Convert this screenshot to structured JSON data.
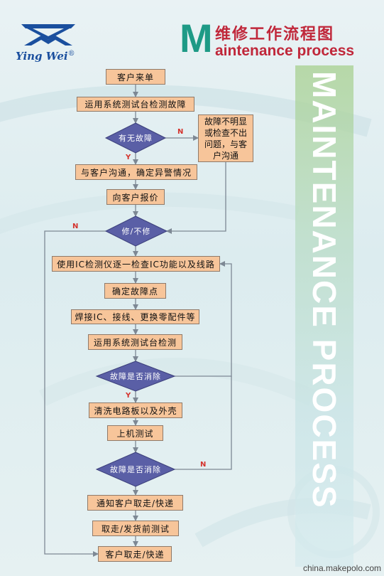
{
  "logo": {
    "text": "Ying Wei",
    "mark": "®"
  },
  "title": {
    "m": "M",
    "cn": "维修工作流程图",
    "en": "aintenance process"
  },
  "vertical_text": "MAINTENANCE PROCESS",
  "watermark": "china.makepolo.com",
  "steps": {
    "s1": "客户来单",
    "s2": "运用系统测试台检测故障",
    "d1": "有无故障",
    "note": "故障不明显或检查不出问题，与客户沟通",
    "s3": "与客户沟通，确定异警情况",
    "s4": "向客户报价",
    "d2": "修/不修",
    "s5": "使用IC检测仪逐一检查IC功能以及线路",
    "s6": "确定故障点",
    "s7": "焊接IC、接线、更换零配件等",
    "s8": "运用系统测试台检测",
    "d3": "故障是否消除",
    "s9": "清洗电路板以及外壳",
    "s10": "上机测试",
    "d4": "故障是否消除",
    "s11": "通知客户取走/快递",
    "s12": "取走/发货前测试",
    "s13": "客户取走/快递"
  },
  "branches": {
    "n1": "N",
    "y1": "Y",
    "n2": "N",
    "y3": "Y",
    "n4": "N"
  },
  "colors": {
    "box_fill": "#f7c59a",
    "diamond_fill": "#5a5fa6",
    "accent_red": "#c0273a",
    "accent_teal": "#1e9a86"
  }
}
